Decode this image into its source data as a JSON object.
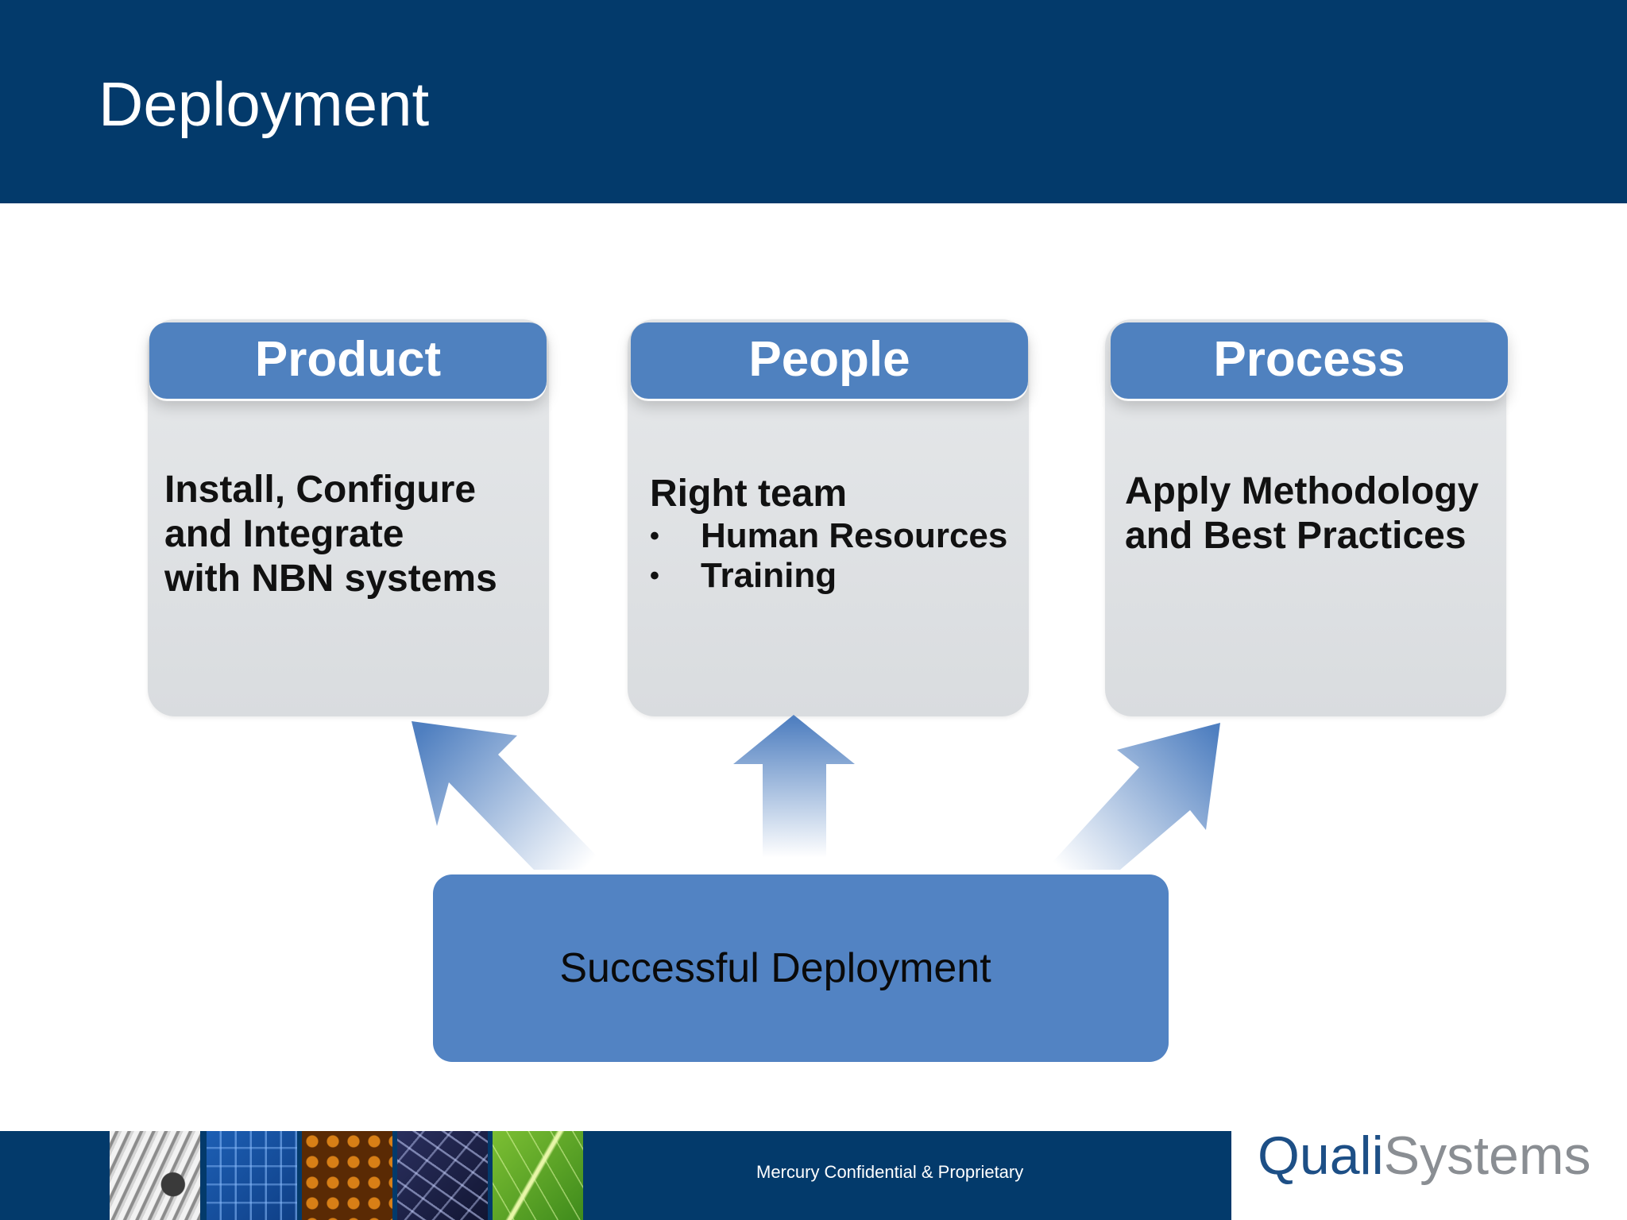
{
  "slide": {
    "title": "Deployment"
  },
  "cards": [
    {
      "heading": "Product",
      "lines": [
        "Install, Configure",
        "and Integrate",
        "with NBN systems"
      ]
    },
    {
      "heading": "People",
      "lead": "Right team",
      "bullet_char": "•",
      "bullets": [
        "Human Resources",
        "Training"
      ]
    },
    {
      "heading": "Process",
      "lines": [
        "Apply Methodology",
        "and  Best Practices"
      ]
    }
  ],
  "outcome": {
    "label": "Successful Deployment"
  },
  "footer": {
    "confidential": "Mercury Confidential & Proprietary",
    "logo": {
      "part1": "Quali",
      "part2": "Systems"
    },
    "tiles": [
      "turbine-image",
      "circuit-board-image",
      "honeycomb-image",
      "neural-network-image",
      "leaf-image"
    ]
  },
  "colors": {
    "header_bg": "#033a6b",
    "accent_blue": "#4f81bf",
    "card_gray": "#dfe2e5",
    "logo_blue": "#1d4f86",
    "logo_gray": "#8a8e93"
  }
}
